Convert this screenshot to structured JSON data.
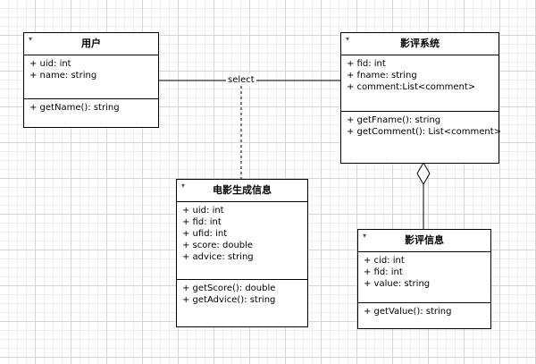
{
  "classes": {
    "user": {
      "name": "用户",
      "attributes": [
        "+ uid: int",
        "+ name: string"
      ],
      "methods": [
        "+ getName(): string"
      ]
    },
    "review_system": {
      "name": "影评系统",
      "attributes": [
        "+ fid: int",
        "+ fname: string",
        "+ comment:List<comment>"
      ],
      "methods": [
        "+ getFname(): string",
        "+ getComment(): List<comment>"
      ]
    },
    "movie_info": {
      "name": "电影生成信息",
      "attributes": [
        "+ uid: int",
        "+ fid: int",
        "+ ufid: int",
        "+ score: double",
        "+ advice: string"
      ],
      "methods": [
        "+ getScore(): double",
        "+ getAdvice():  string"
      ]
    },
    "review_info": {
      "name": "影评信息",
      "attributes": [
        "+ cid: int",
        "+ fid: int",
        "+ value: string"
      ],
      "methods": [
        "+ getValue(): string"
      ]
    }
  },
  "association_label": "select",
  "collapse_icon": "▾"
}
